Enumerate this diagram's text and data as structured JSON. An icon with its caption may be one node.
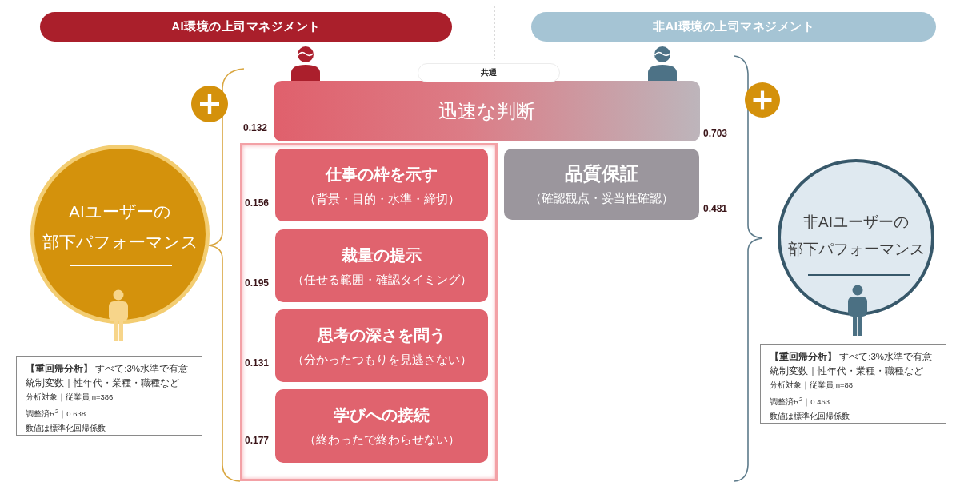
{
  "diagram": {
    "nodes": [
      {
        "text": [
          "AI環境の上司マネジメント"
        ]
      },
      {
        "text": [
          "非AI環境の上司マネジメント"
        ]
      },
      {
        "text": [
          "共通"
        ]
      },
      {
        "text": [
          "迅速な判断"
        ],
        "beside": [
          "0.132",
          "0.703"
        ]
      },
      {
        "text": [],
        "shape": "box"
      },
      {
        "text": [
          "仕事の枠を示す",
          "（背景・目的・水準・締切）"
        ],
        "in": 4,
        "beside": [
          "0.156"
        ]
      },
      {
        "text": [
          "裁量の提示",
          "（任せる範囲・確認タイミング）"
        ],
        "in": 4,
        "beside": [
          "0.195"
        ]
      },
      {
        "text": [
          "思考の深さを問う",
          "（分かったつもりを見逃さない）"
        ],
        "in": 4,
        "beside": [
          "0.131"
        ]
      },
      {
        "text": [
          "学びへの接続",
          "（終わったで終わらせない）"
        ],
        "in": 4,
        "beside": [
          "0.177"
        ]
      },
      {
        "text": [
          "品質保証",
          "（確認観点・妥当性確認）"
        ],
        "beside": [
          "0.481"
        ]
      },
      {
        "text": [
          "AIユーザーの部下パフォーマンス"
        ]
      },
      {
        "text": [
          "非AIユーザーの部下パフォーマンス"
        ]
      },
      {
        "text": [
          "**【重回帰分析】** すべて:3%水準で有意",
          "統制変数｜性年代・業種・職種など",
          "分析対象｜従業員 n=386",
          "調整済R$^{2}$｜0.638",
          "数値は標準化回帰係数"
        ]
      },
      {
        "text": [
          "**【重回帰分析】** すべて:3%水準で有意",
          "統制変数｜性年代・業種・職種など",
          "分析対象｜従業員 n=88",
          "調整済R$^{2}$｜0.463",
          "数値は標準化回帰係数"
        ]
      }
    ]
  }
}
